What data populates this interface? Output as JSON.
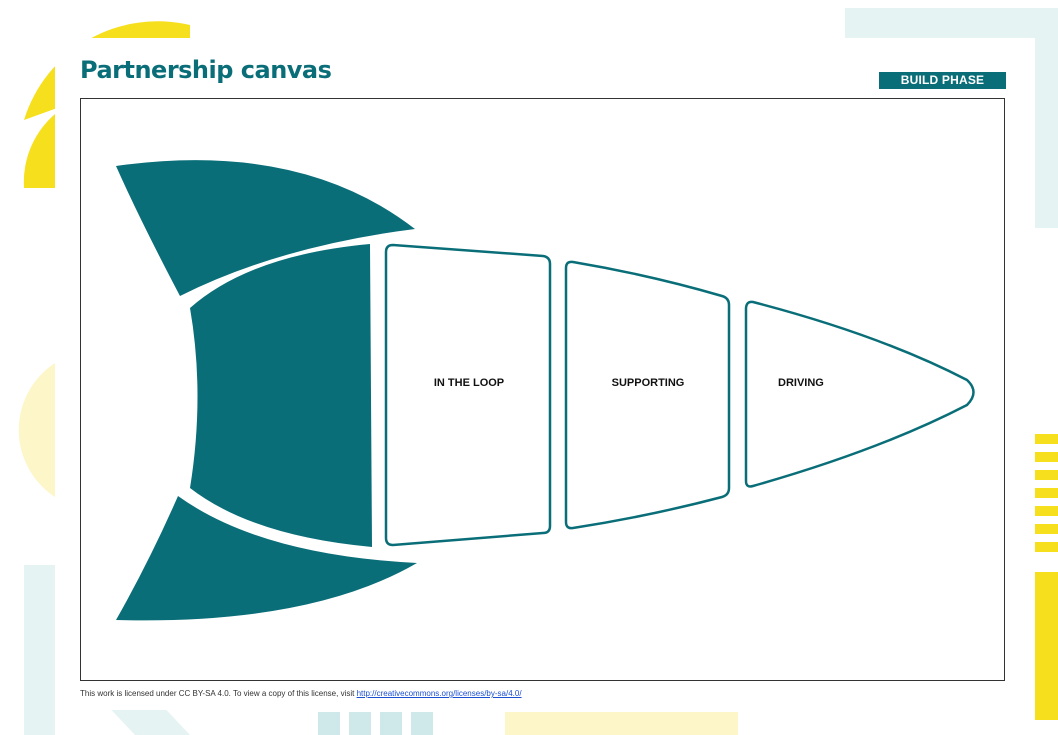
{
  "page_title": "Partnership canvas",
  "phase_badge": "BUILD PHASE",
  "rocket": {
    "segments": [
      {
        "label": "IN THE LOOP"
      },
      {
        "label": "SUPPORTING"
      },
      {
        "label": "DRIVING"
      }
    ]
  },
  "license": {
    "text": "This work is licensed under CC BY-SA 4.0. To view a copy of this license, visit ",
    "link": "http://creativecommons.org/licenses/by-sa/4.0/"
  },
  "colors": {
    "teal": "#0a6e79",
    "yellow": "#f6df1c",
    "light_yellow": "#fdf6c9",
    "light_teal": "#e5f3f3"
  }
}
